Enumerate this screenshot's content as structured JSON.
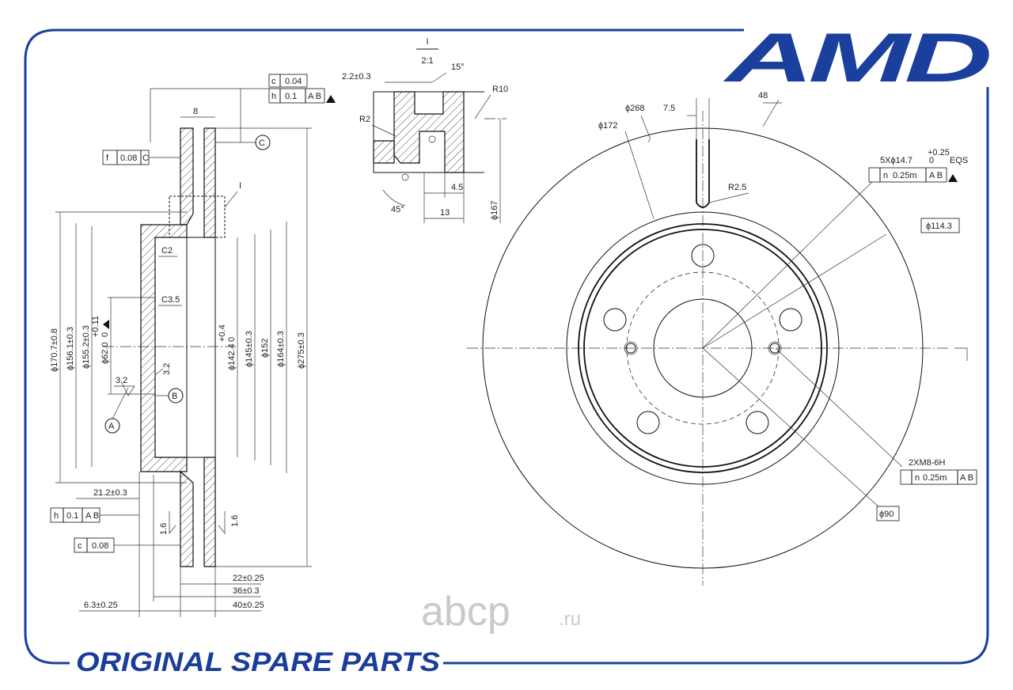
{
  "brand": {
    "logo_text": "AMD",
    "footer_text": "ORIGINAL SPARE PARTS",
    "watermark_main": "abcp",
    "watermark_suffix": ".ru",
    "frame_color": "#1a3f9c",
    "footer_color": "#1b3e9a",
    "watermark_color": "#c9c9c9"
  },
  "detail_view": {
    "label": "I",
    "scale": "2:1",
    "dims": {
      "offset": "2.2±0.3",
      "angle_top": "15°",
      "radius_right": "R10",
      "radius_left": "R2",
      "angle_bottom": "45°",
      "width_small": "4.5",
      "width_large": "13",
      "diameter": "ϕ167"
    }
  },
  "section_view": {
    "tolerance_frames": [
      {
        "symbol": "c",
        "value": "0.04",
        "datums": ""
      },
      {
        "symbol": "h",
        "value": "0.1",
        "datums": "A B"
      },
      {
        "symbol": "f",
        "value": "0.08",
        "datums": "C"
      },
      {
        "symbol": "h",
        "value": "0.1",
        "datums": "A B"
      },
      {
        "symbol": "c",
        "value": "0.08",
        "datums": ""
      }
    ],
    "datum_labels": {
      "a": "A",
      "b": "B",
      "c": "C",
      "detail": "I"
    },
    "dims": {
      "thickness_top": "8",
      "chamfer_1": "C2",
      "chamfer_2": "C3.5",
      "rough_1": "3.2",
      "rough_2": "3.2",
      "rough_3": "1.6",
      "rough_4": "1.6",
      "d_hat_outer": "ϕ170.7±0.8",
      "d_156": "ϕ156.1±0.3",
      "d_155": "ϕ155.2±0.3",
      "d_bore": "ϕ62.0",
      "d_bore_tol": "+0.11",
      "d_bore_tol0": "0",
      "d_142": "ϕ142.4",
      "d_142_tol": "+0.4",
      "d_142_tol0": "0",
      "d_145": "ϕ145±0.3",
      "d_152": "ϕ152",
      "d_164": "ϕ164±0.3",
      "d_275": "ϕ275±0.3",
      "width_212": "21.2±0.3",
      "width_22": "22±0.25",
      "width_36": "36±0.3",
      "width_40": "40±0.25",
      "width_63": "6.3±0.25"
    }
  },
  "front_view": {
    "dims": {
      "d_268": "ϕ268",
      "slot_w": "7.5",
      "angle": "48",
      "d_172": "ϕ172",
      "holes": "5Xϕ14.7",
      "holes_tol": "+0.25",
      "holes_tol0": "0",
      "eqs": "EQS",
      "slot_r": "R2.5",
      "pcd": "ϕ114.3",
      "threads": "2XM8-6H",
      "center_bore": "ϕ90"
    },
    "frames": [
      {
        "symbol": "n",
        "value": "0.25m",
        "datums": "A B"
      },
      {
        "symbol": "n",
        "value": "0.25m",
        "datums": "A B"
      }
    ]
  }
}
